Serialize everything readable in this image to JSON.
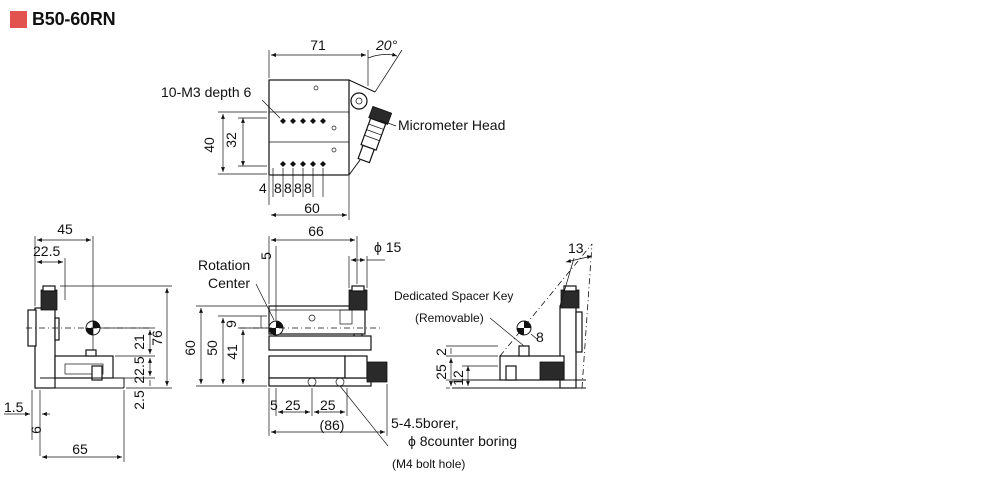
{
  "title": "B50-60RN",
  "colors": {
    "title_mark": "#e2534f",
    "line": "#111111"
  },
  "top_view": {
    "dim_width_top": "71",
    "angle": "20°",
    "tapped_holes": "10-M3 depth 6",
    "micrometer_label": "Micrometer Head",
    "dim_height_outer": "40",
    "dim_height_inner": "32",
    "pitch_first": "4",
    "pitch_rest": [
      "8",
      "8",
      "8",
      "8"
    ],
    "dim_width_bottom": "60"
  },
  "side_view_left": {
    "dim_top": "45",
    "dim_half": "22.5",
    "dim_height_total": "76",
    "dim_21": "21",
    "dim_22_5": "22.5",
    "dim_2_5": "2.5",
    "dim_1_5": "1.5",
    "dim_6": "6",
    "dim_bottom": "65"
  },
  "front_view": {
    "dim_top": "66",
    "dim_5_top": "5",
    "dim_dia": "ϕ 15",
    "rotation_center": [
      "Rotation",
      "Center"
    ],
    "dim_9": "9",
    "dim_60": "60",
    "dim_50": "50",
    "dim_41": "41",
    "dim_5_bottom": "5",
    "dim_25_a": "25",
    "dim_25_b": "25",
    "dim_86": "(86)",
    "bolt_holes": [
      "5-4.5borer,",
      "ϕ 8counter boring",
      "(M4 bolt hole)"
    ]
  },
  "side_view_right": {
    "spacer_key": "Dedicated Spacer Key",
    "removable": "(Removable)",
    "dim_8": "8",
    "dim_13": "13",
    "dim_2": "2",
    "dim_25": "25",
    "dim_12": "12"
  }
}
